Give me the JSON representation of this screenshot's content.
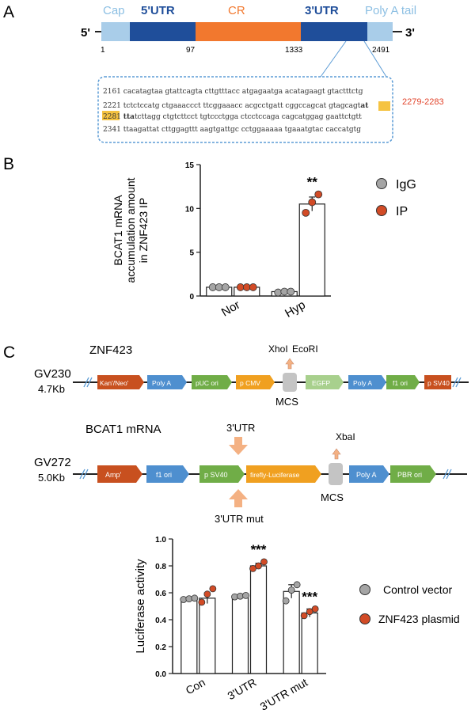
{
  "panelA": {
    "letter": "A",
    "five_prime": "5'",
    "three_prime": "3'",
    "seg_labels": [
      "Cap",
      "5'UTR",
      "CR",
      "3'UTR",
      "Poly A tail"
    ],
    "positions": [
      "1",
      "97",
      "1333",
      "2491"
    ],
    "seq_lines": [
      {
        "num": "2161",
        "text": "cacatagtaa gtattcagta cttgtttacc atgagaatga acatagaagt gtactttctg"
      },
      {
        "num": "2221",
        "text": "tctctccatg ctgaaaccct ttcggaaacc acgcctgatt cggccagcat gtagcagt",
        "hl": "at"
      },
      {
        "num": "2281",
        "hl_pre": "tta",
        "text": "tcttagg ctgtcttcct tgtccctgga ctcctccaga cagcatggag gaattctgtt"
      },
      {
        "num": "2341",
        "text": "ttaagattat cttggagttt aagtgattgc cctggaaaaa tgaaatgtac caccatgtg"
      }
    ],
    "site_label": "2279-2283",
    "colors": {
      "cap": "#a9cde9",
      "utr": "#1f4e9a",
      "cr": "#f2782e",
      "site": "#f5c342",
      "site_label": "#e2442b"
    }
  },
  "panelB": {
    "letter": "B",
    "legend": [
      "IgG",
      "IP"
    ]
  },
  "panelC": {
    "letter": "C",
    "plasmid1": {
      "title": "ZNF423",
      "name": "GV230",
      "size": "4.7Kb",
      "elements": [
        "Kan'/Neo'",
        "Poly A",
        "pUC ori",
        "p CMV",
        "EGFP",
        "Poly A",
        "f1 ori",
        "p SV40"
      ],
      "sites": [
        "XhoI",
        "EcoRI"
      ],
      "mcs": "MCS"
    },
    "plasmid2": {
      "title": "BCAT1 mRNA",
      "name": "GV272",
      "size": "5.0Kb",
      "elements": [
        "Amp'",
        "f1 ori",
        "p SV40",
        "firefly-Luciferase",
        "Poly A",
        "PBR ori"
      ],
      "site": "XbaI",
      "insert_top": "3'UTR",
      "insert_bottom": "3'UTR mut",
      "mcs": "MCS"
    },
    "legend": [
      "Control vector",
      "ZNF423 plasmid"
    ]
  },
  "chart_data": [
    {
      "type": "bar",
      "ylabel": "BCAT1 mRNA accumulation amount in ZNF423 IP",
      "categories": [
        "Nor",
        "Hyp"
      ],
      "ylim": [
        0,
        15
      ],
      "yticks": [
        0,
        5,
        10,
        15
      ],
      "series": [
        {
          "name": "IgG",
          "values": [
            1.0,
            0.5
          ],
          "points": [
            [
              1.0,
              1.0,
              1.0
            ],
            [
              0.4,
              0.5,
              0.5
            ]
          ]
        },
        {
          "name": "IP",
          "values": [
            1.0,
            10.5
          ],
          "errors": [
            0.1,
            0.8
          ],
          "points": [
            [
              1.0,
              1.0,
              1.0
            ],
            [
              9.5,
              10.7,
              11.6
            ]
          ]
        }
      ],
      "annotations": [
        {
          "category": "Hyp",
          "series": "IP",
          "text": "**"
        }
      ]
    },
    {
      "type": "bar",
      "ylabel": "Luciferase activity",
      "categories": [
        "Con",
        "3'UTR",
        "3'UTR mut"
      ],
      "ylim": [
        0,
        1.0
      ],
      "yticks": [
        "0.0",
        "0.2",
        "0.4",
        "0.6",
        "0.8",
        "1.0"
      ],
      "series": [
        {
          "name": "Control vector",
          "values": [
            0.55,
            0.575,
            0.61
          ],
          "errors": [
            0.01,
            0.01,
            0.05
          ],
          "points": [
            [
              0.55,
              0.555,
              0.56
            ],
            [
              0.57,
              0.575,
              0.58
            ],
            [
              0.54,
              0.62,
              0.66
            ]
          ]
        },
        {
          "name": "ZNF423 plasmid",
          "values": [
            0.56,
            0.8,
            0.45
          ],
          "errors": [
            0.04,
            0.02,
            0.03
          ],
          "points": [
            [
              0.53,
              0.59,
              0.63
            ],
            [
              0.78,
              0.8,
              0.83
            ],
            [
              0.43,
              0.46,
              0.48
            ]
          ]
        }
      ],
      "annotations": [
        {
          "category": "3'UTR",
          "series": "ZNF423 plasmid",
          "text": "***"
        },
        {
          "category": "3'UTR mut",
          "series": "ZNF423 plasmid",
          "text": "***"
        }
      ]
    }
  ]
}
